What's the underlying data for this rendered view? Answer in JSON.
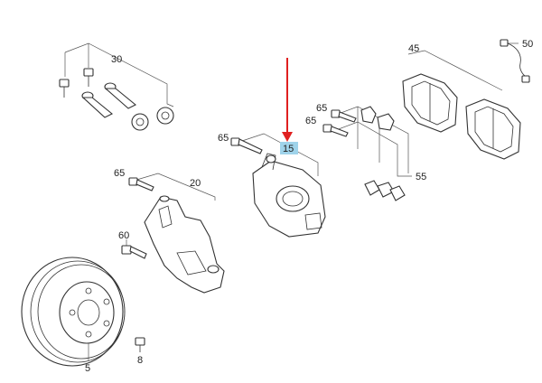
{
  "diagram": {
    "labels": {
      "disc": "5",
      "bolt_small": "8",
      "caliper": "15",
      "carrier": "20",
      "guide_kit": "30",
      "pad_set": "45",
      "wear_sensor": "50",
      "spring_kit": "55",
      "bolt_60": "60",
      "bolt_65_carrier": "65",
      "bolt_65_caliper": "65",
      "bolt_65_spring_a": "65",
      "bolt_65_spring_b": "65"
    },
    "highlight": {
      "color": "#9fd3ea",
      "arrow_color": "#e02020"
    }
  }
}
